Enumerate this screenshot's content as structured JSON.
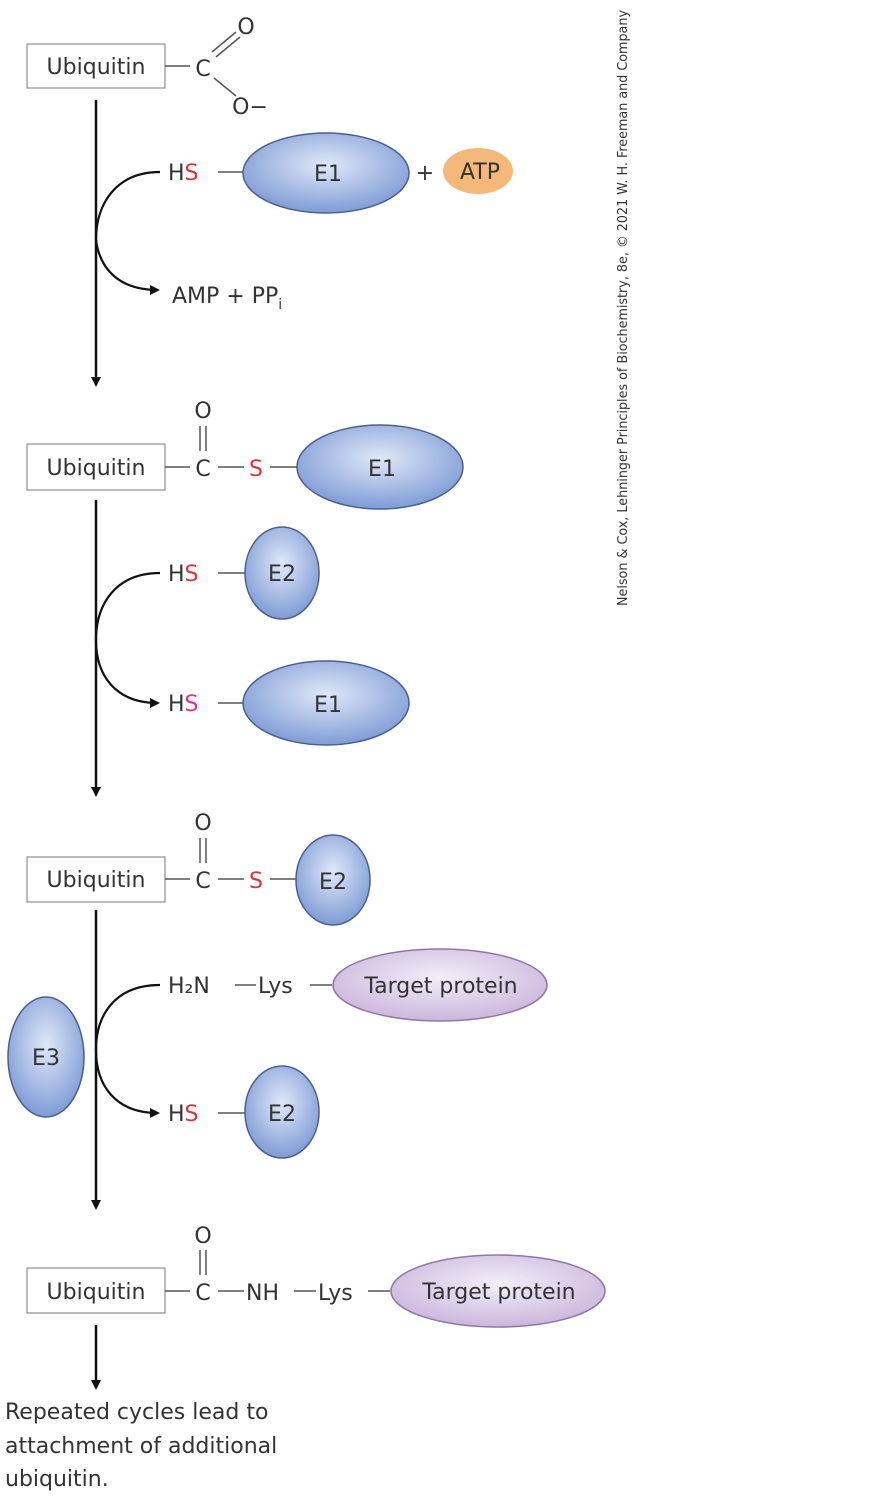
{
  "ubiquitin": "Ubiquitin",
  "atoms": {
    "C": "C",
    "O": "O",
    "O_minus": "O−",
    "S": "S",
    "HS_H": "H",
    "NH": "NH",
    "Lys": "Lys",
    "H2N": "H₂N",
    "plus": "+"
  },
  "enzymes": {
    "E1": "E1",
    "E2": "E2",
    "E3": "E3",
    "ATP": "ATP",
    "target": "Target protein"
  },
  "products": {
    "amp_pp": "AMP + PP",
    "sub_i": "i"
  },
  "footer": [
    "Repeated cycles lead to",
    "attachment of additional",
    "ubiquitin."
  ],
  "credit": "Nelson & Cox, Lehninger Principles of Biochemistry, 8e, © 2021 W. H. Freeman and Company",
  "colors": {
    "enzyme": "#8fa9dc",
    "atp": "#f4b97a",
    "target": "#d9c9e6",
    "sulfur": "#e0303a"
  }
}
